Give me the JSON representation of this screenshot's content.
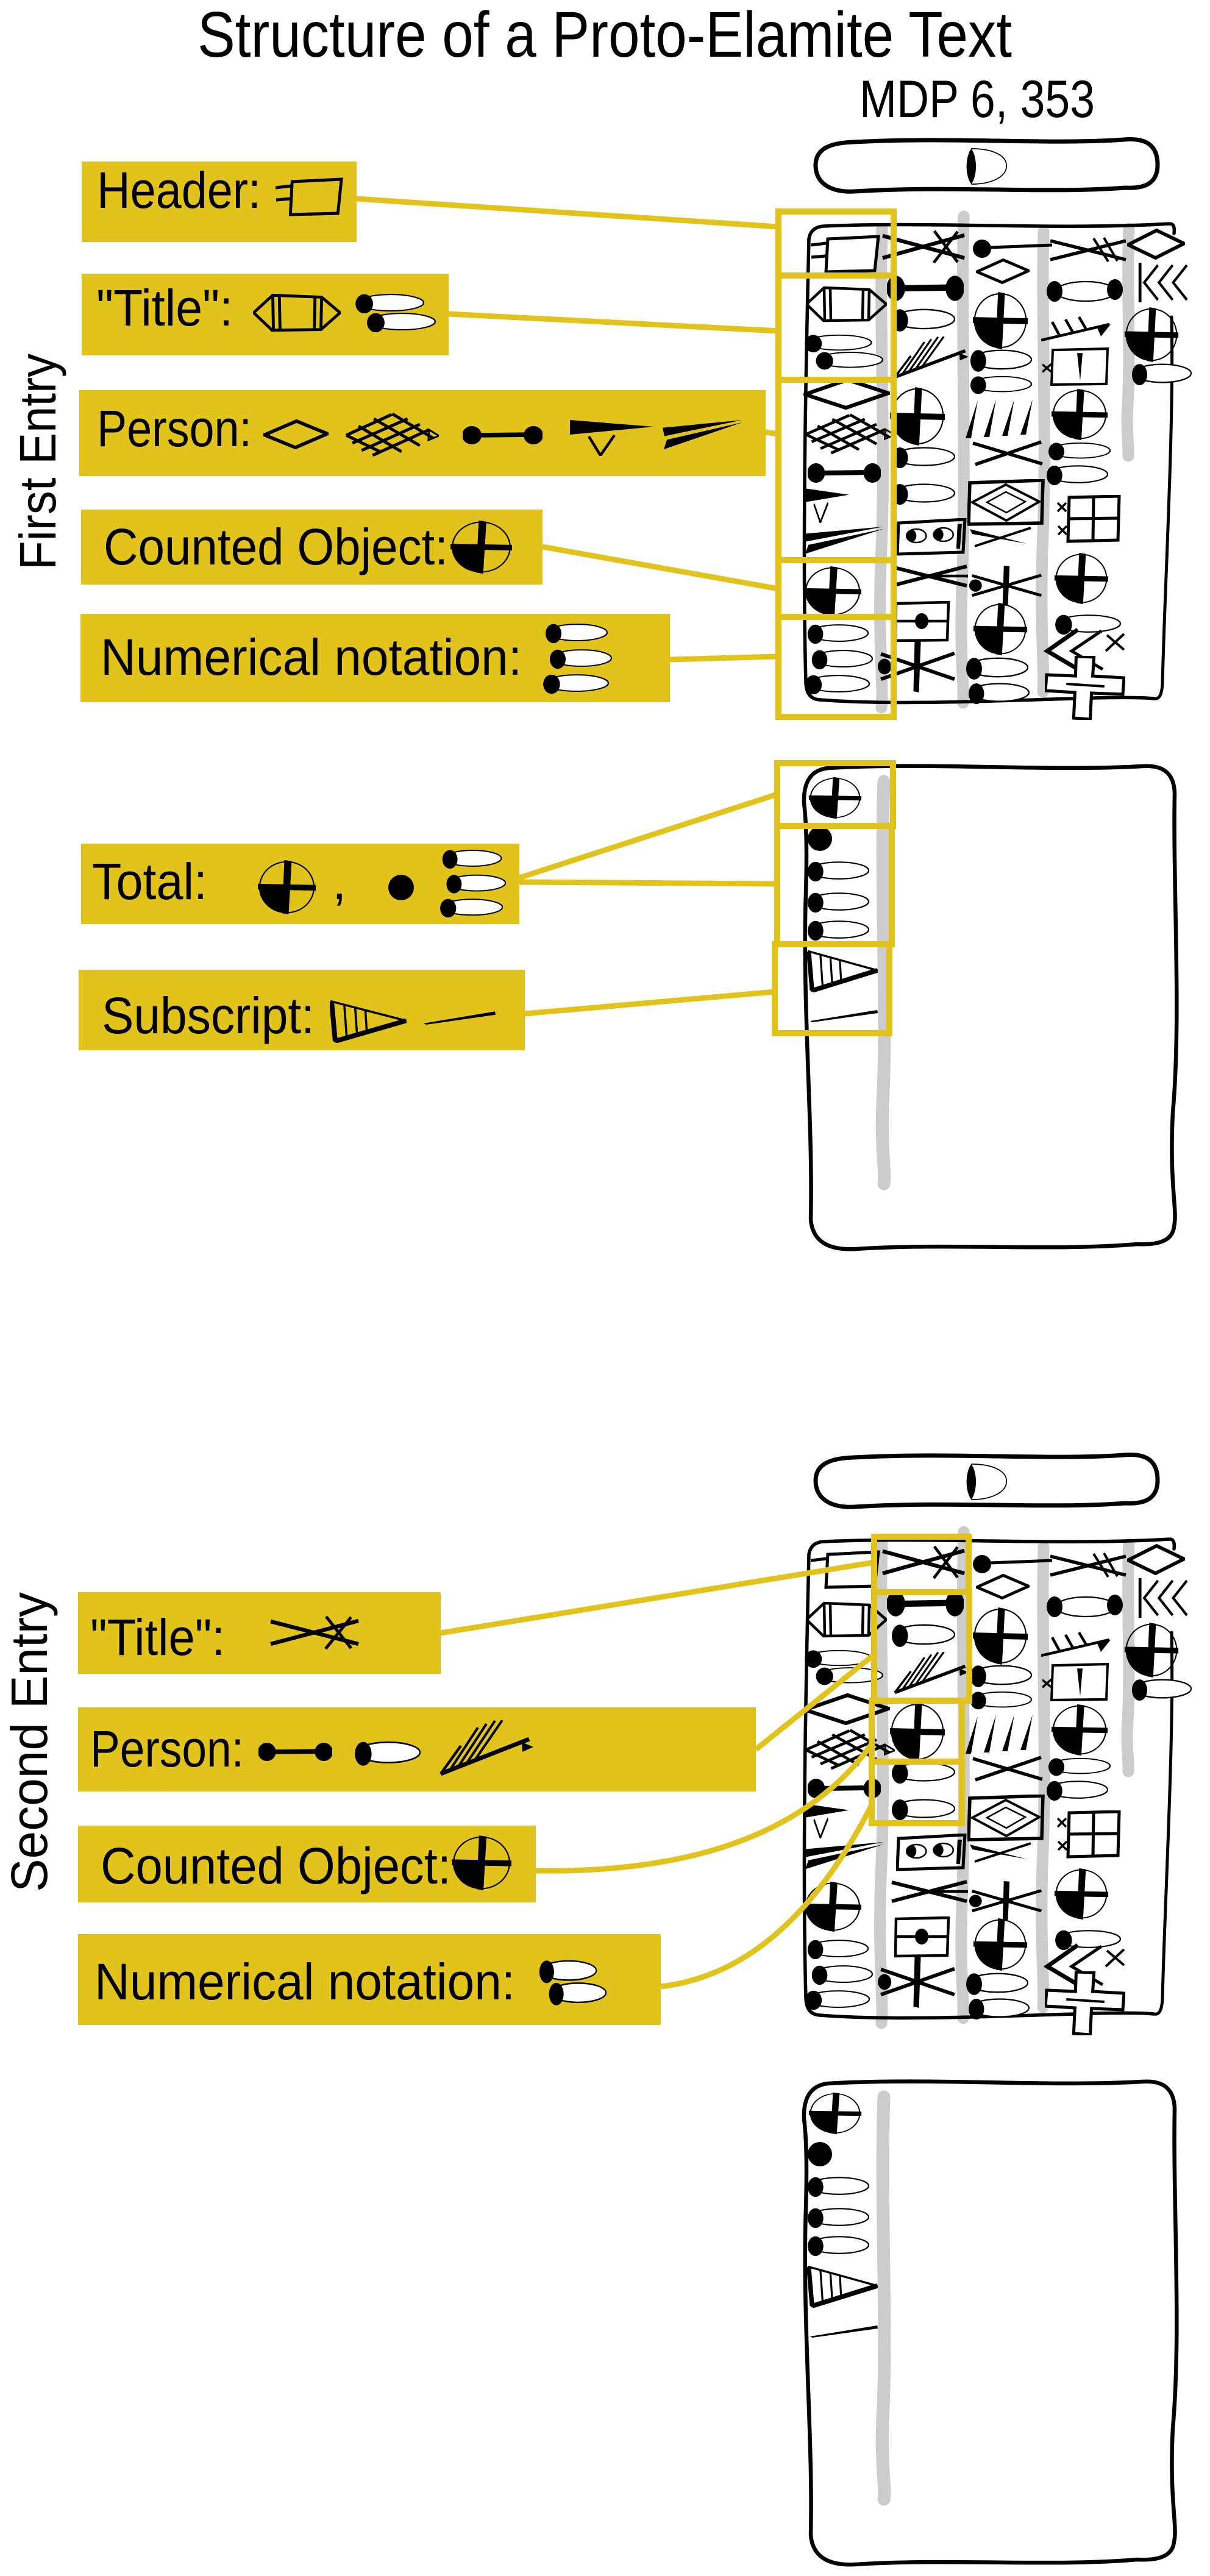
{
  "figure": {
    "title": "Structure of a Proto-Elamite Text",
    "tablet_id": "MDP 6, 353"
  },
  "colors": {
    "highlight_yellow": "#e2c31c",
    "ink_black": "#000000",
    "column_gray": "#cccccc",
    "paper_white": "#ffffff"
  },
  "first_entry": {
    "side_label": "First Entry",
    "labels": {
      "header": {
        "text": "Header:",
        "signs": [
          "hash-rect"
        ]
      },
      "title": {
        "text": "\"Title\":",
        "signs": [
          "capsule-rect",
          "two-teardrops"
        ]
      },
      "person": {
        "text": "Person:",
        "signs": [
          "diamond",
          "crosshatch-net",
          "dumbbell",
          "pennant-flag",
          "double-arrow"
        ]
      },
      "counted_object": {
        "text": "Counted Object:",
        "signs": [
          "cross-ball"
        ]
      },
      "numerical_notation": {
        "text": "Numerical notation:",
        "signs": [
          "three-teardrops"
        ]
      },
      "total": {
        "text": "Total:",
        "separator": ",",
        "signs": [
          "cross-ball",
          "dot",
          "three-teardrops"
        ]
      },
      "subscript": {
        "text": "Subscript:",
        "signs": [
          "hatched-triangle",
          "dash"
        ]
      }
    }
  },
  "second_entry": {
    "side_label": "Second Entry",
    "labels": {
      "title": {
        "text": "\"Title\":",
        "signs": [
          "double-x"
        ]
      },
      "person": {
        "text": "Person:",
        "signs": [
          "dumbbell",
          "teardrop",
          "hatched-comb"
        ]
      },
      "counted_object": {
        "text": "Counted Object:",
        "signs": [
          "cross-ball"
        ]
      },
      "numerical_notation": {
        "text": "Numerical notation:",
        "signs": [
          "two-teardrops"
        ]
      }
    }
  }
}
